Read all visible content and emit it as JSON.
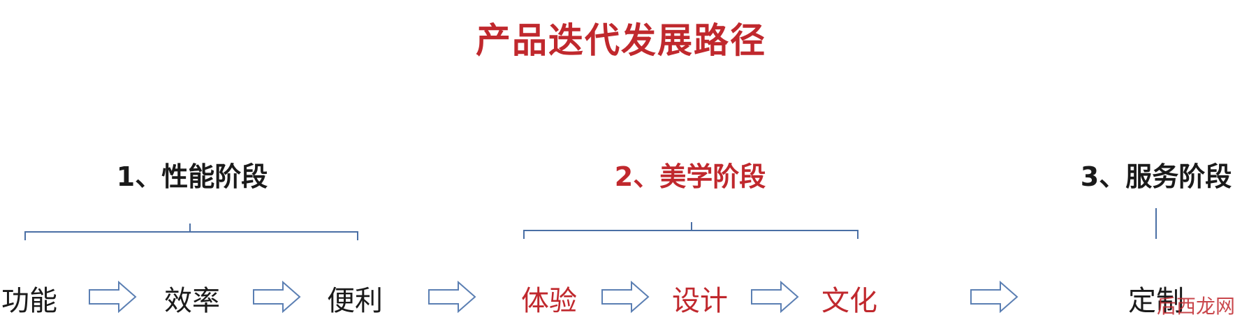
{
  "title": "产品迭代发展路径",
  "stages": [
    {
      "label": "1、性能阶段",
      "color": "#1a1a1a"
    },
    {
      "label": "2、美学阶段",
      "color": "#c0282d"
    },
    {
      "label": "3、服务阶段",
      "color": "#1a1a1a"
    }
  ],
  "steps": [
    "功能",
    "效率",
    "便利",
    "体验",
    "设计",
    "文化",
    "定制"
  ],
  "colors": {
    "accent": "#c0282d",
    "text": "#1a1a1a",
    "bracket": "#4a6fa5",
    "arrow": "#5b7fb3"
  },
  "watermark": "后西龙网"
}
